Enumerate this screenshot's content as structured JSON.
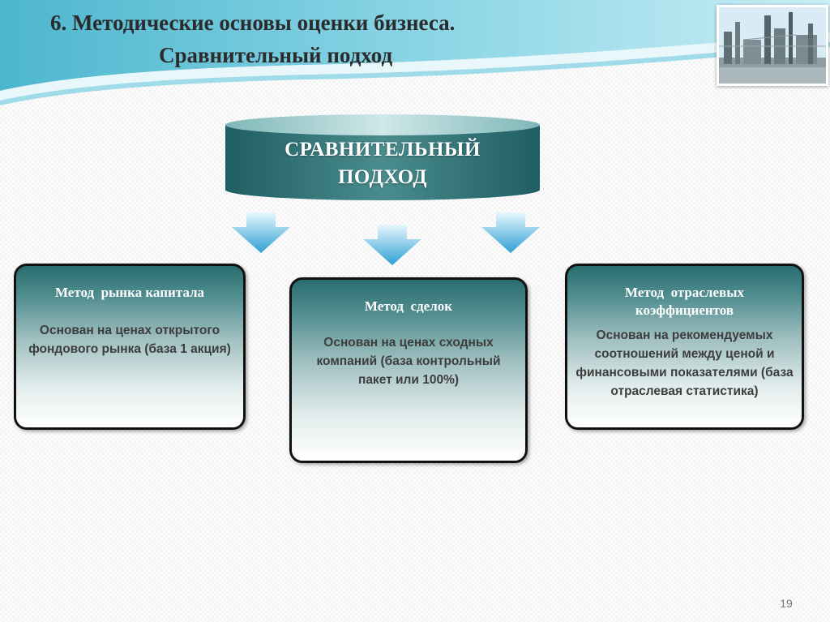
{
  "slide": {
    "title_line1": "6. Методические основы оценки бизнеса.",
    "title_line2": "Сравнительный подход",
    "page_number": "19"
  },
  "diagram": {
    "root_label_line1": "СРАВНИТЕЛЬНЫЙ",
    "root_label_line2": "ПОДХОД",
    "methods": [
      {
        "title": "Метод  рынка капитала",
        "description": "Основан на ценах открытого фондового рынка (база 1 акция)"
      },
      {
        "title": "Метод  сделок",
        "description": "Основан на ценах  сходных компаний (база контрольный пакет или 100%)"
      },
      {
        "title": "Метод  отраслевых коэффициентов",
        "description": "Основан на рекомендуемых соотношений между ценой  и финансовыми показателями (база отраслевая статистика)"
      }
    ]
  },
  "colors": {
    "accent_teal": "#2a6d70",
    "arrow_blue": "#3aa8d8",
    "header_wave": "#5bc0d8"
  },
  "icons": {
    "photo": "industrial-plant-photo",
    "arrows": "down-arrow-icon"
  }
}
